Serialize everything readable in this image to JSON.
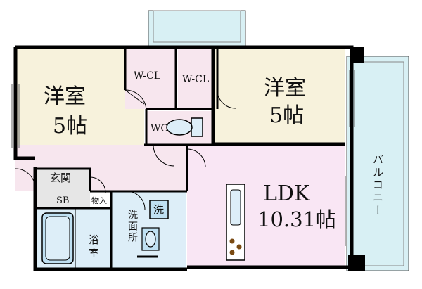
{
  "rooms": {
    "western_left": {
      "name": "洋室",
      "size": "5帖"
    },
    "western_right": {
      "name": "洋室",
      "size": "5帖"
    },
    "wcl_left": "W-CL",
    "wcl_right": "W-CL",
    "wc": "WC",
    "entrance": "玄関",
    "shoe_box": "SB",
    "storage": "物入",
    "ldk": {
      "name": "LDK",
      "size": "10.31帖"
    },
    "bath": "浴室",
    "washroom": "洗面所",
    "washer": "洗",
    "balcony": "バルコニー"
  },
  "colors": {
    "western_room": "#f7f2dc",
    "closet": "#f7e6ee",
    "ldk": "#f9e6f4",
    "hall": "#f7e6ee",
    "entrance": "#e6e6e6",
    "wet_area": "#ddeef8",
    "balcony": "#d8f0f4",
    "wall": "#000000"
  }
}
